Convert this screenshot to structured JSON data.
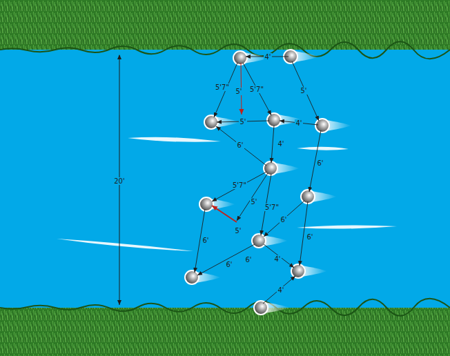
{
  "diagram": {
    "labels": [
      "4'",
      "5'7\"",
      "5'",
      "5'7\"",
      "5'",
      "5'",
      "4'",
      "20'",
      "6'",
      "4'",
      "6'",
      "5'7\"",
      "5'",
      "5'7\"",
      "6'",
      "5'",
      "6'",
      "6'",
      "6'",
      "4'",
      "6'",
      "4'"
    ]
  }
}
